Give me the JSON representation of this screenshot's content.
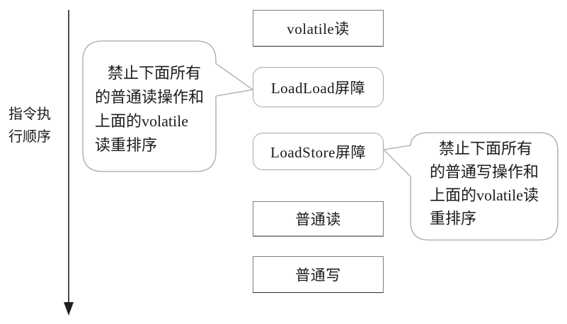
{
  "axis_label": {
    "line1": "指令执",
    "line2": "行顺序",
    "full": "指令执行顺序"
  },
  "boxes": [
    {
      "label": "volatile读"
    },
    {
      "label": "LoadLoad屏障"
    },
    {
      "label": "LoadStore屏障"
    },
    {
      "label": "普通读"
    },
    {
      "label": "普通写"
    }
  ],
  "callouts": [
    {
      "points_to": "LoadLoad屏障",
      "lines": [
        "禁止下面所有",
        "的普通读操作和",
        "上面的volatile",
        "读重排序"
      ],
      "text": "禁止下面所有的普通读操作和上面的volatile读重排序"
    },
    {
      "points_to": "LoadStore屏障",
      "lines": [
        "禁止下面所有",
        "的普通写操作和",
        "上面的volatile读",
        "重排序"
      ],
      "text": "禁止下面所有的普通写操作和上面的volatile读重排序"
    }
  ],
  "theme": {
    "background": "#ffffff",
    "text_color": "#1b1b1b",
    "box_border": "#7d7d7d",
    "box_border_dark": "#2e2e2e",
    "bubble_border": "#a8a8a8",
    "arrow_color": "#1f1f1f"
  }
}
